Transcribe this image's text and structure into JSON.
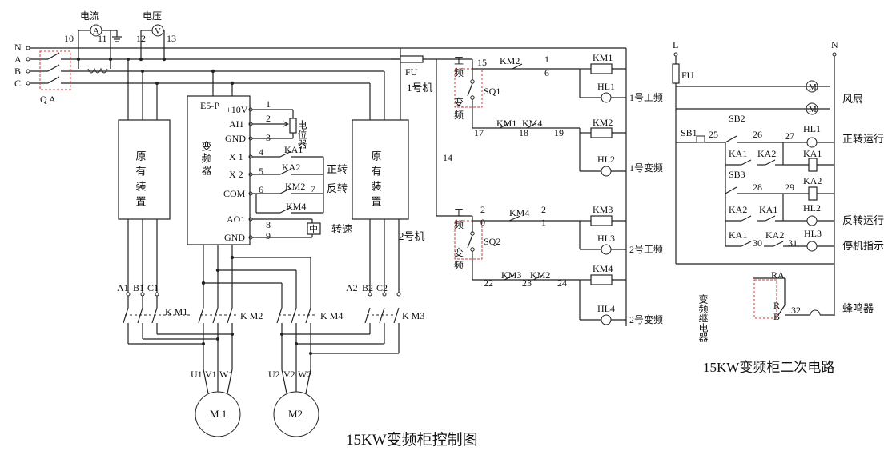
{
  "titles": {
    "main": "15KW变频柜控制图",
    "secondary": "15KW变频柜二次电路"
  },
  "meters": {
    "ammeter_label": "电流",
    "voltmeter_label": "电压",
    "ammeter_symbol": "A",
    "voltmeter_symbol": "V"
  },
  "wires": {
    "w10": "10",
    "w11": "11",
    "w12": "12",
    "w13": "13"
  },
  "phases": {
    "n": "N",
    "a": "A",
    "b": "B",
    "c": "C",
    "breaker": "Q A"
  },
  "orig_device": {
    "label": "原有装置"
  },
  "vfd": {
    "model": "E5-P",
    "title": "变频器",
    "pins": [
      "+10V",
      "AI1",
      "GND",
      "X 1",
      "X 2",
      "COM",
      "AO1",
      "GND"
    ],
    "numbers": [
      "1",
      "2",
      "3",
      "4",
      "5",
      "6",
      "8",
      "9"
    ],
    "pot_label": "电位器",
    "ka1": "KA1",
    "ka2": "KA2",
    "km2": "KM2",
    "km4": "KM4",
    "seven": "7",
    "forward": "正转",
    "reverse": "反转",
    "speed": "转速",
    "meter_glyph": "中"
  },
  "lower": {
    "a1": "A1",
    "b1": "B1",
    "c1": "C1",
    "a2": "A2",
    "b2": "B2",
    "c2": "C2",
    "km1": "K M1",
    "km2": "K M2",
    "km4": "K M4",
    "km3": "K M3",
    "u1": "U1",
    "v1": "V1",
    "w1": "W1",
    "u2": "U2",
    "v2": "V2",
    "w2": "W2",
    "m1": "M 1",
    "m2": "M2"
  },
  "control": {
    "fu": "FU",
    "machine1": "1号机",
    "machine2": "2号机",
    "fourteen": "14",
    "gong": "工",
    "pin": "频",
    "bian": "变",
    "sq1": "SQ1",
    "sq2": "SQ2",
    "n15": "15",
    "km2": "KM2",
    "n1": "1",
    "n6": "6",
    "km1_coil": "KM1",
    "hl1": "HL1",
    "r1_label": "1号工频",
    "n17": "17",
    "km1": "KM1",
    "n18": "18",
    "km4": "KM4",
    "n19": "19",
    "km2_coil": "KM2",
    "hl2": "HL2",
    "r2_label": "1号变频",
    "n2": "2",
    "n0": "0",
    "km4b": "KM4",
    "n2b": "2",
    "n1b": "1",
    "km3_coil": "KM3",
    "hl3": "HL3",
    "r3_label": "2号工频",
    "n22": "22",
    "km3": "KM3",
    "n23": "23",
    "km2b": "KM2",
    "n24": "24",
    "km4_coil": "KM4",
    "hl4": "HL4",
    "r4_label": "2号变频"
  },
  "secondary": {
    "l": "L",
    "n": "N",
    "fu": "FU",
    "fan": "风扇",
    "fan_glyph": "M",
    "sb1": "SB1",
    "n25": "25",
    "sb2": "SB2",
    "n26": "26",
    "n27": "27",
    "hl1": "HL1",
    "forward_run": "正转运行",
    "ka1a": "KA1",
    "ka2a": "KA2",
    "ka1_coil": "KA1",
    "sb3": "SB3",
    "n28": "28",
    "n29": "29",
    "ka2_coil": "KA2",
    "ka2b": "KA2",
    "ka1b": "KA1",
    "hl2": "HL2",
    "reverse_run": "反转运行",
    "ka1c": "KA1",
    "n30": "30",
    "ka2c": "KA2",
    "n31": "31",
    "hl3": "HL3",
    "stop": "停机指示",
    "relay_label": "变频继电器",
    "ra": "RA",
    "r": "R",
    "b": "B",
    "n32": "32",
    "buzzer": "蜂鸣器"
  }
}
